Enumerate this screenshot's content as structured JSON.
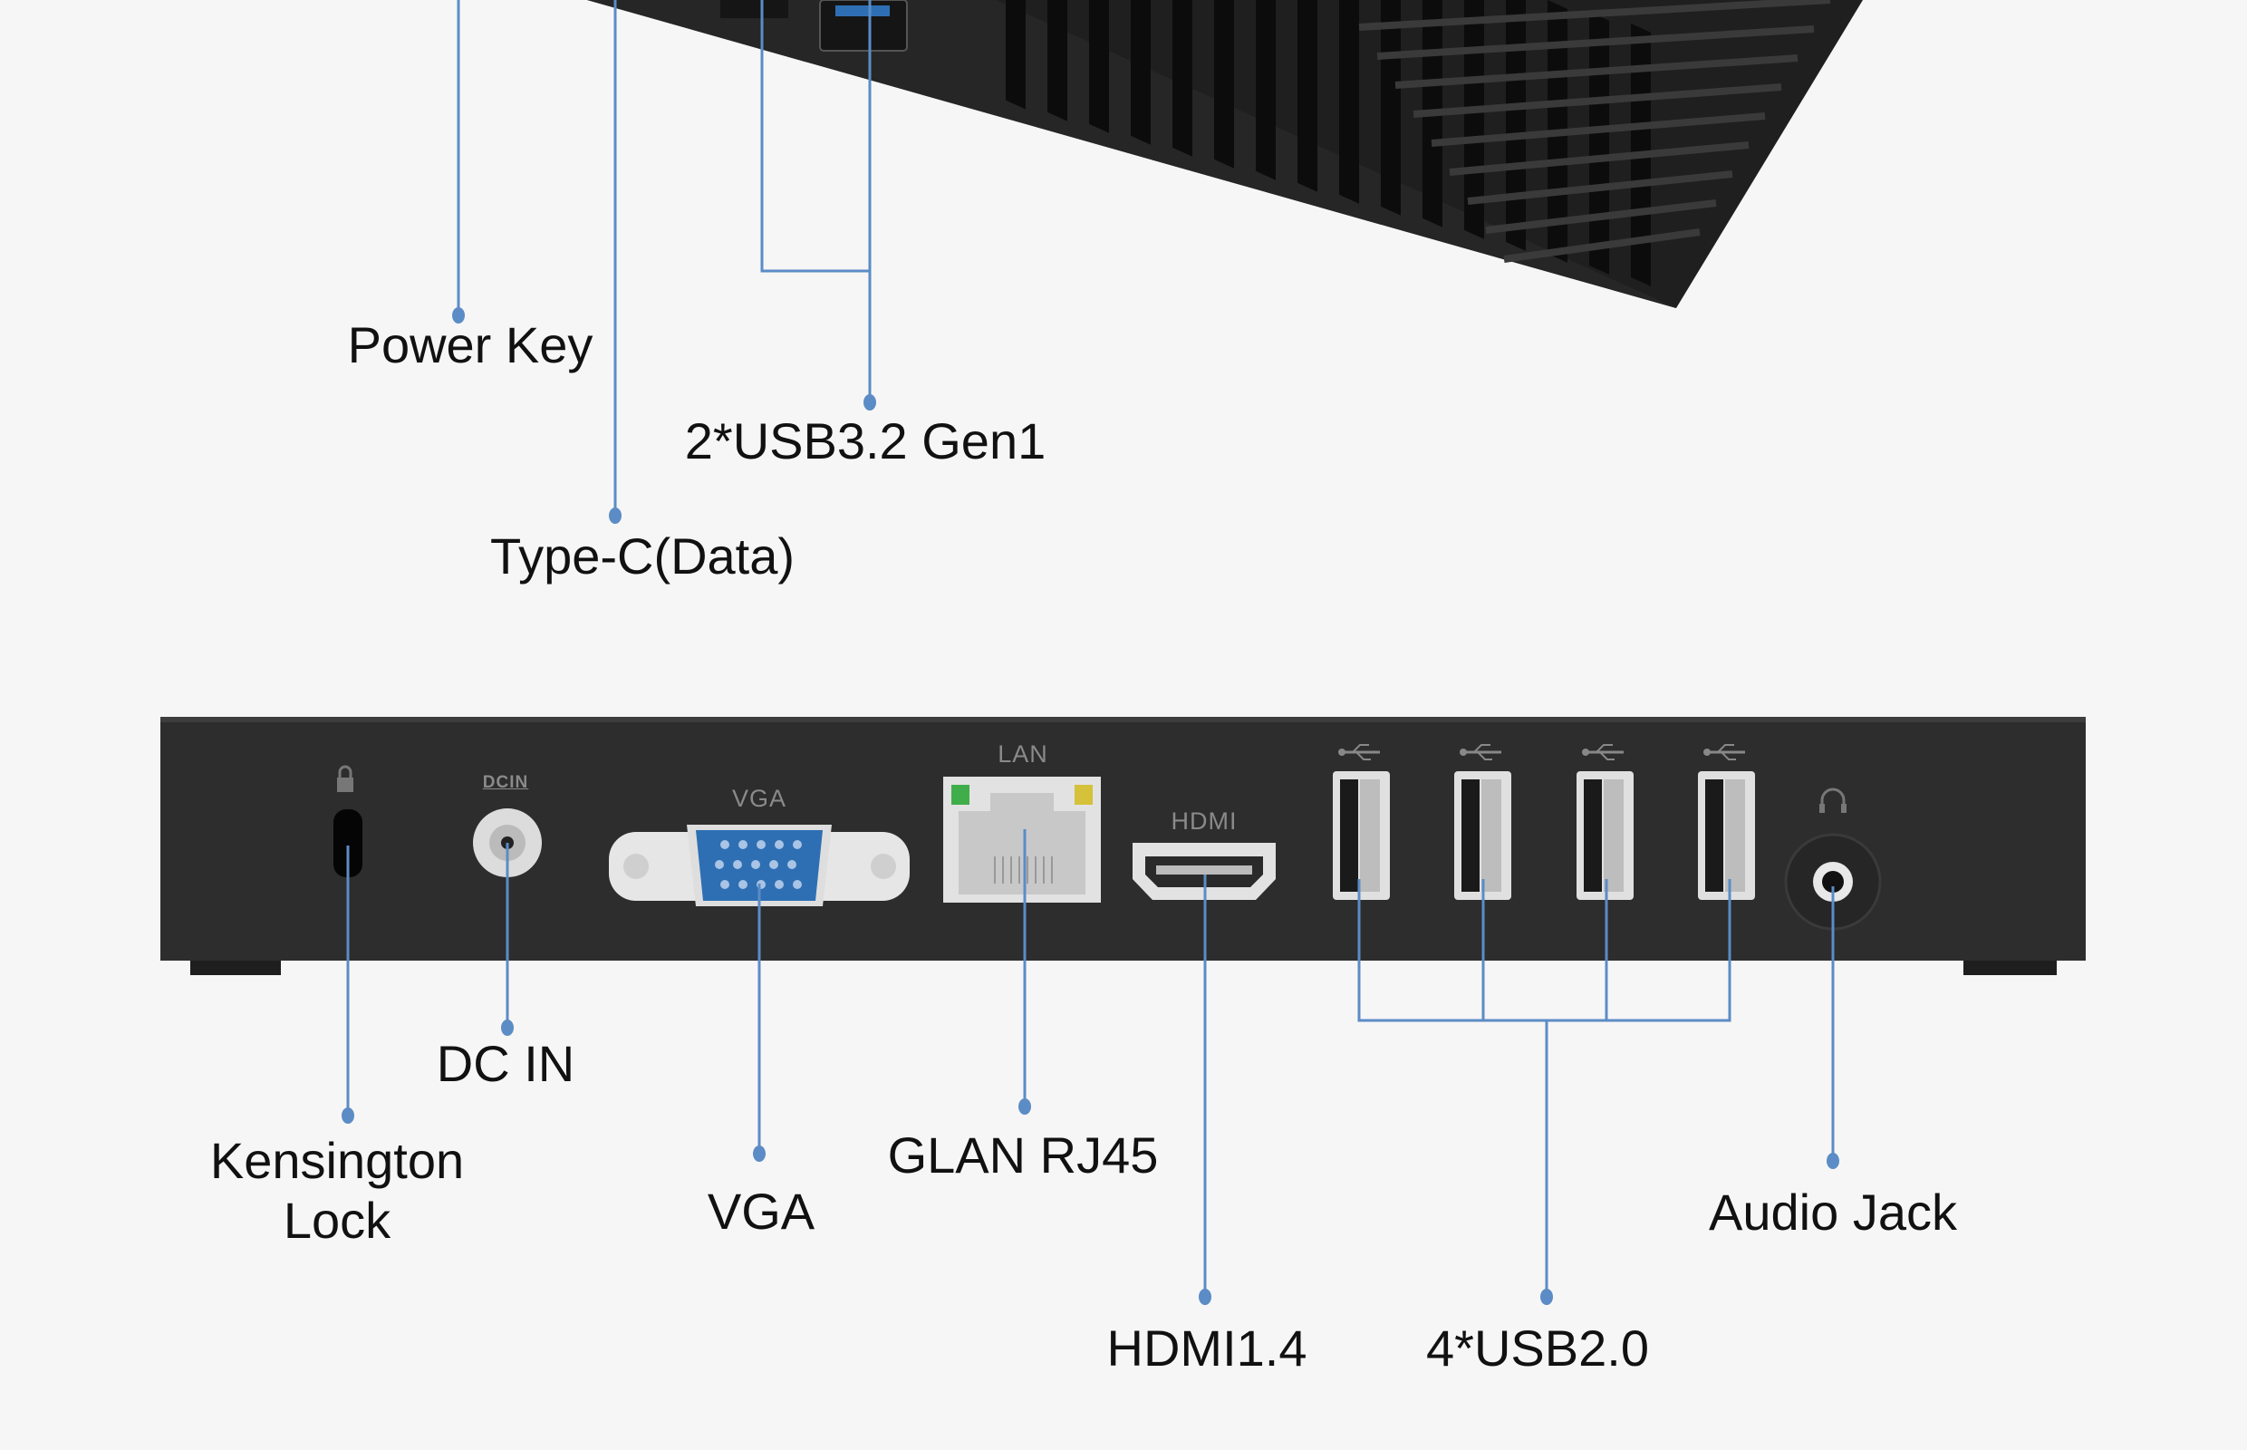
{
  "colors": {
    "background": "#f7f6f6",
    "device_body": "#2b2b2b",
    "callout_line": "#5b8cc6",
    "vga_connector": "#2e6fb4"
  },
  "top_callouts": {
    "power_key": "Power Key",
    "type_c": "Type-C(Data)",
    "usb3": "2*USB3.2 Gen1"
  },
  "rear_callouts": {
    "kensington_line1": "Kensington",
    "kensington_line2": "Lock",
    "dc_in": "DC IN",
    "vga": "VGA",
    "glan": "GLAN RJ45",
    "hdmi": "HDMI1.4",
    "usb2": "4*USB2.0",
    "audio": "Audio Jack"
  },
  "panel_markings": {
    "dcin": "DCIN",
    "vga": "VGA",
    "lan": "LAN",
    "hdmi": "HDMI",
    "icons": [
      "lock-icon",
      "usb-icon",
      "usb-icon",
      "usb-icon",
      "usb-icon",
      "headphone-icon"
    ]
  }
}
